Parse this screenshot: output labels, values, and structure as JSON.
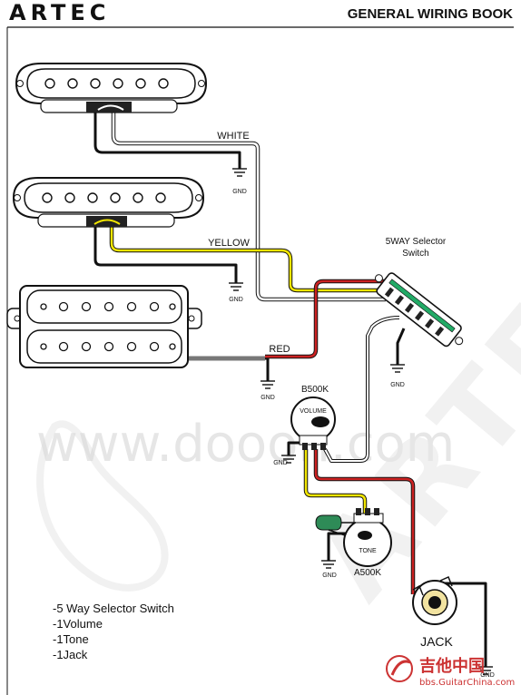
{
  "header": {
    "brand": "ARTEC",
    "book_title": "GENERAL WIRING BOOK"
  },
  "wires": {
    "white": "WHITE",
    "yellow": "YELLOW",
    "red": "RED"
  },
  "ground_label": "GND",
  "selector": {
    "title_line1": "5WAY Selector",
    "title_line2": "Switch"
  },
  "volume": {
    "part": "B500K",
    "name": "VOLUME"
  },
  "tone": {
    "name": "TONE",
    "part": "A500K"
  },
  "jack": {
    "name": "JACK"
  },
  "parts_list": [
    "-5 Way Selector Switch",
    "-1Volume",
    "-1Tone",
    "-1Jack"
  ],
  "watermark": {
    "site": "www.doooh.com",
    "logo": "ARTEC",
    "stamp_cn": "吉他中国",
    "stamp_url": "bbs.GuitarChina.com"
  },
  "colors": {
    "wire_white": "#ffffff",
    "wire_yellow": "#f2e600",
    "wire_red": "#cc2222",
    "wire_black": "#111111",
    "tone_cap": "#2e8b57",
    "stamp": "#cc3333"
  }
}
